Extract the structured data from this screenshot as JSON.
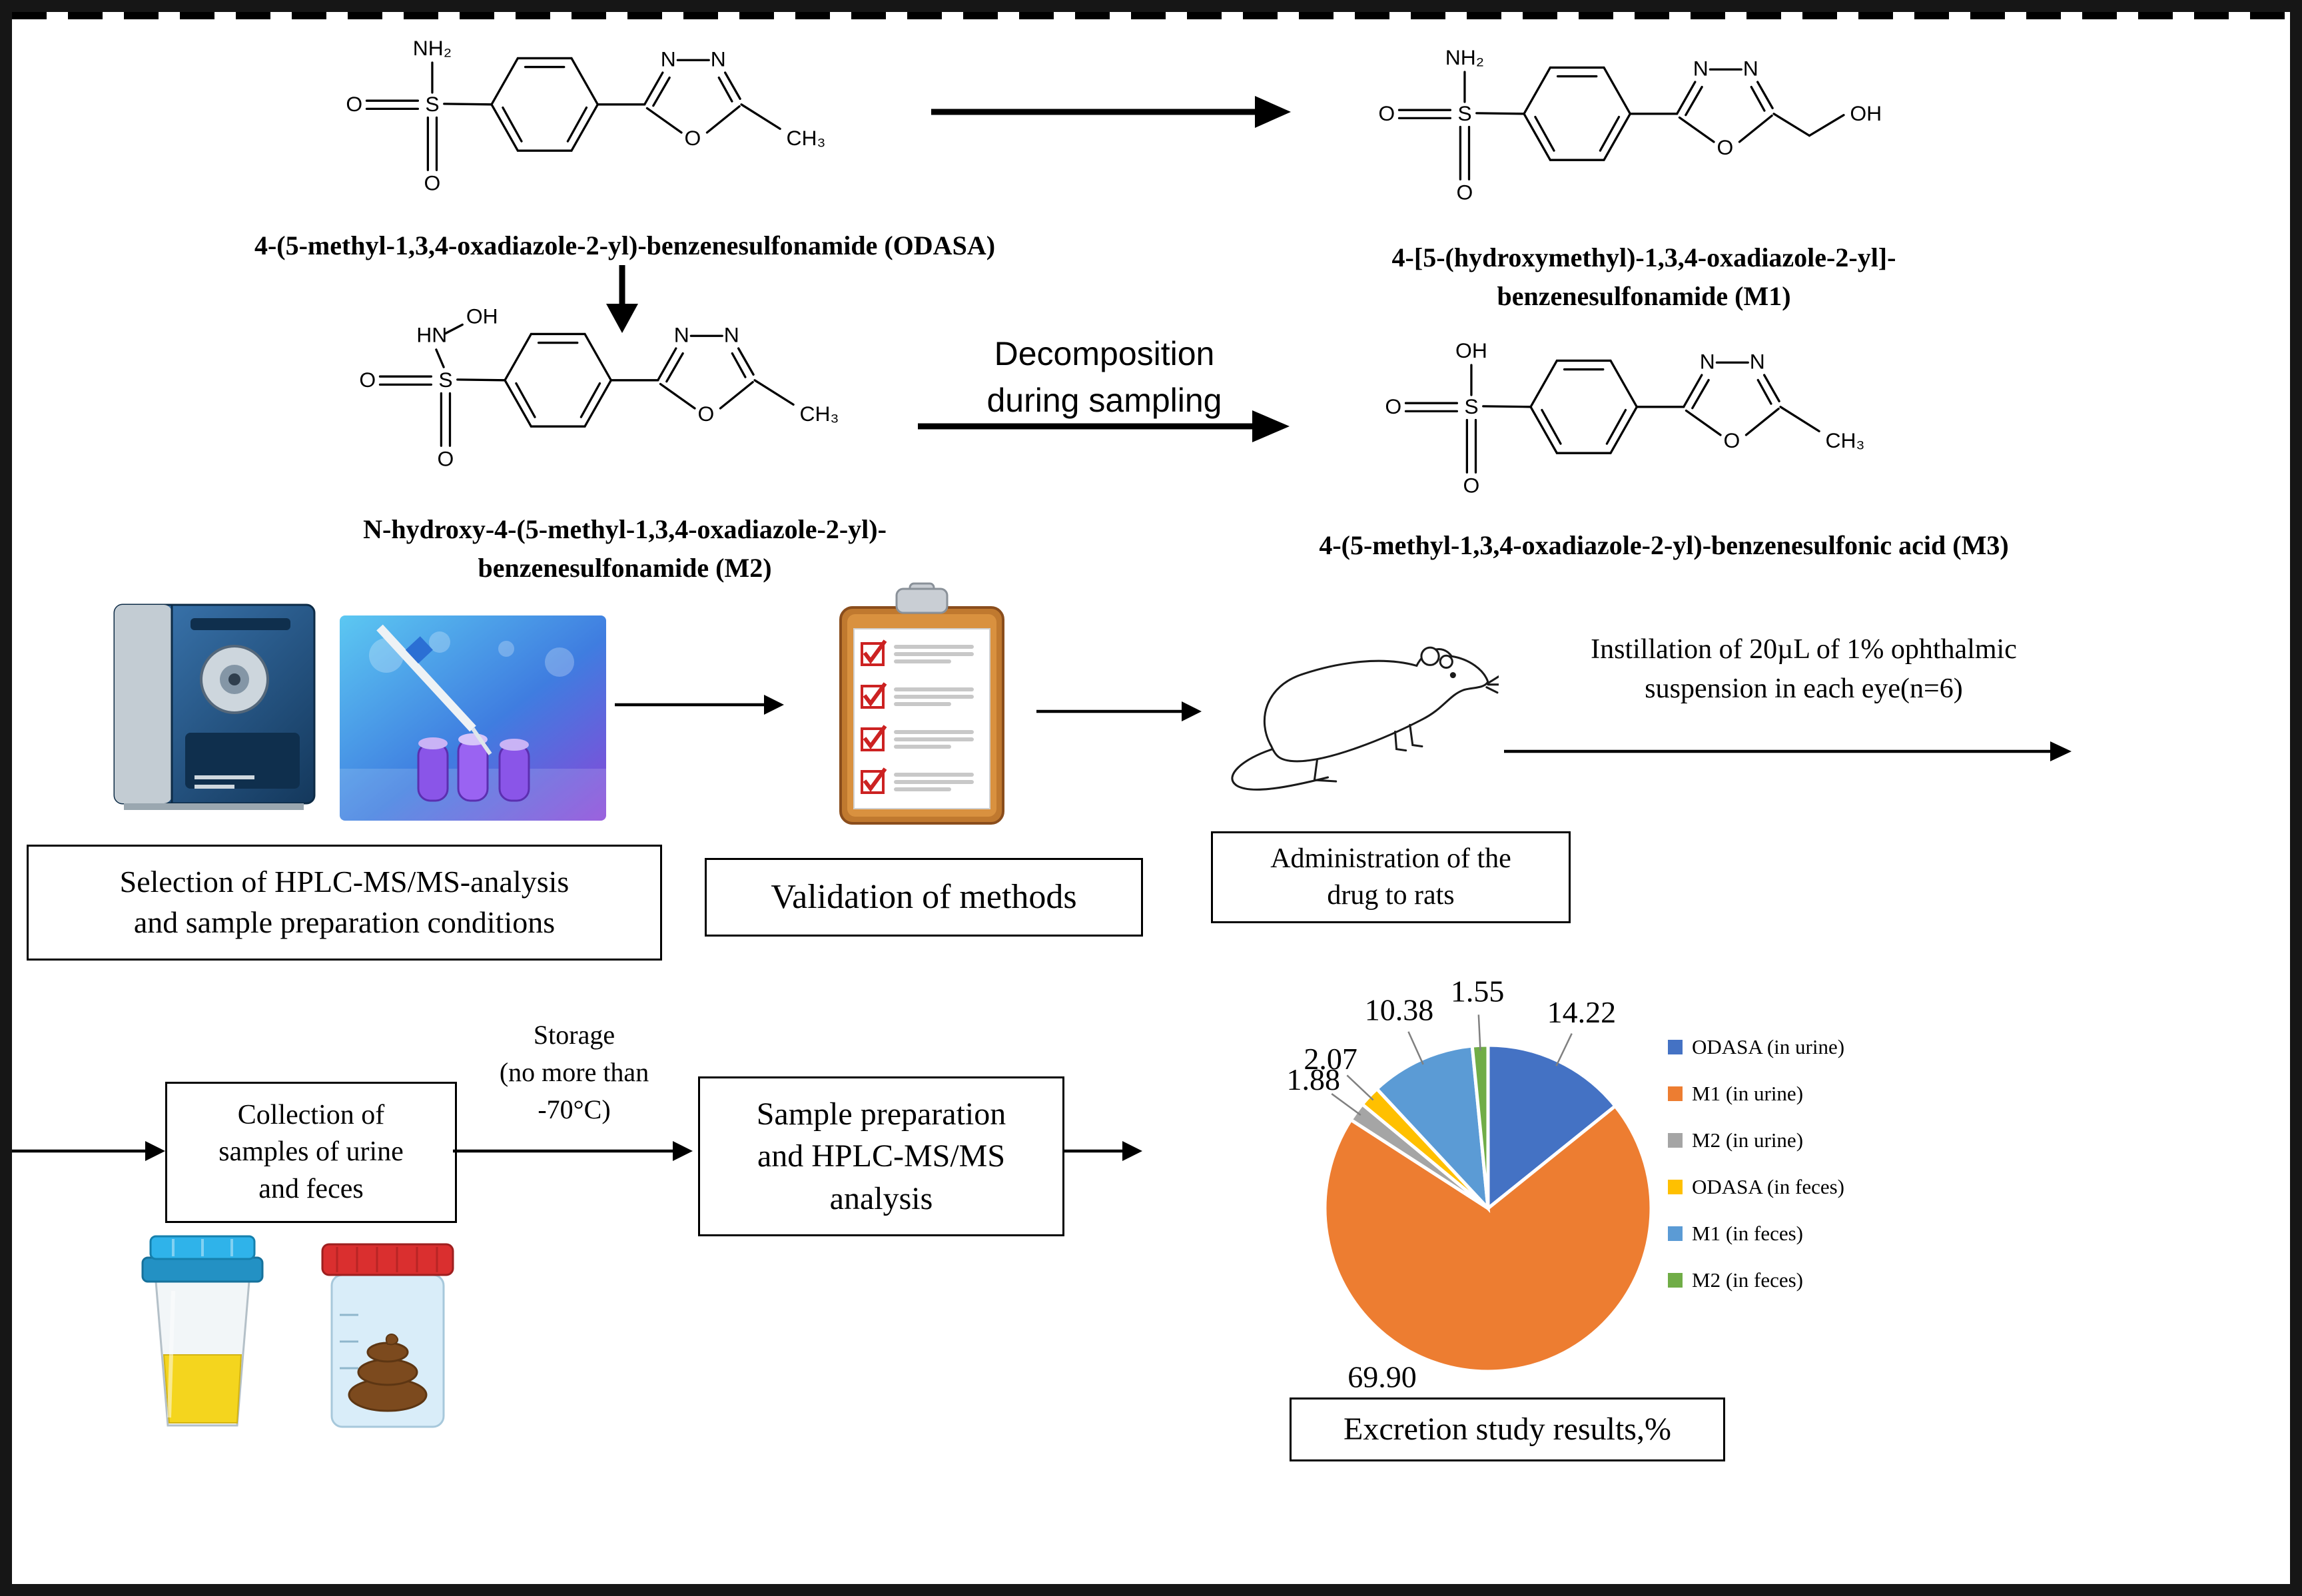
{
  "page": {
    "background": "#ffffff",
    "frame_color": "#161616"
  },
  "molecules": {
    "odasa": {
      "caption": "4-(5-methyl-1,3,4-oxadiazole-2-yl)-benzenesulfonamide (ODASA)",
      "labels": {
        "amine": "NH₂",
        "o_left": "O",
        "s": "S",
        "o_bottom": "O",
        "n1": "N",
        "n2": "N",
        "ring_o": "O",
        "substituent": "CH₃"
      }
    },
    "m1": {
      "caption_line1": "4-[5-(hydroxymethyl)-1,3,4-oxadiazole-2-yl]-",
      "caption_line2": "benzenesulfonamide (M1)",
      "labels": {
        "amine": "NH₂",
        "o_left": "O",
        "s": "S",
        "o_bottom": "O",
        "n1": "N",
        "n2": "N",
        "ring_o": "O",
        "substituent": "OH"
      }
    },
    "m2": {
      "caption_line1": "N-hydroxy-4-(5-methyl-1,3,4-oxadiazole-2-yl)-",
      "caption_line2": "benzenesulfonamide (M2)",
      "labels": {
        "hn": "HN",
        "oh": "OH",
        "o_left": "O",
        "s": "S",
        "o_bottom": "O",
        "n1": "N",
        "n2": "N",
        "ring_o": "O",
        "substituent": "CH₃"
      }
    },
    "m3": {
      "caption": "4-(5-methyl-1,3,4-oxadiazole-2-yl)-benzenesulfonic acid (M3)",
      "labels": {
        "oh": "OH",
        "o_left": "O",
        "s": "S",
        "o_bottom": "O",
        "n1": "N",
        "n2": "N",
        "ring_o": "O",
        "substituent": "CH₃"
      }
    },
    "decomposition_line1": "Decomposition",
    "decomposition_line2": "during sampling"
  },
  "workflow": {
    "selection_line1": "Selection of HPLC-MS/MS-analysis",
    "selection_line2": "and sample preparation conditions",
    "validation": "Validation of methods",
    "administration_line1": "Administration of the",
    "administration_line2": "drug to rats",
    "instillation_line1": "Instillation of 20µL of 1% ophthalmic",
    "instillation_line2": "suspension in each eye(n=6)",
    "collection_line1": "Collection of",
    "collection_line2": "samples of urine",
    "collection_line3": "and feces",
    "storage_line1": "Storage",
    "storage_line2": "(no more than",
    "storage_line3": "-70°C)",
    "sample_prep_line1": "Sample preparation",
    "sample_prep_line2": "and HPLC-MS/MS",
    "sample_prep_line3": "analysis",
    "results_title": "Excretion study results,%"
  },
  "chart_data": {
    "type": "pie",
    "title": "Excretion study results,%",
    "labels": [
      "ODASA (in urine)",
      "M1 (in urine)",
      "M2 (in urine)",
      "ODASA (in feces)",
      "M1 (in feces)",
      "M2 (in feces)"
    ],
    "values": [
      14.22,
      69.9,
      1.88,
      2.07,
      10.38,
      1.55
    ],
    "value_labels": [
      "14.22",
      "69.90",
      "1.88",
      "2.07",
      "10.38",
      "1.55"
    ],
    "colors": [
      "#4472C4",
      "#ED7D31",
      "#A5A5A5",
      "#FFC000",
      "#5B9BD5",
      "#70AD47"
    ],
    "start_angle_deg": 0,
    "direction": "clockwise",
    "legend_position": "right",
    "leader_line_color": "#808080"
  }
}
